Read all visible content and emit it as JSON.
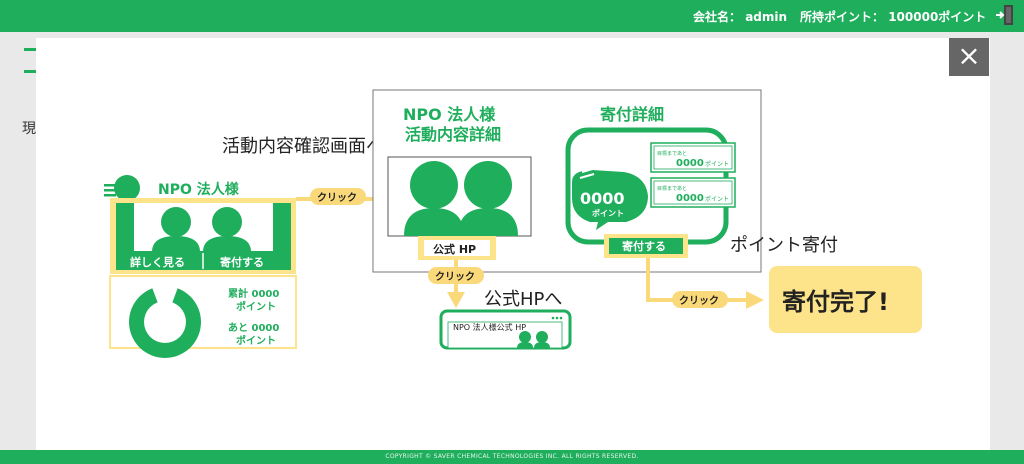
{
  "header": {
    "company_label": "会社名：",
    "company_value": "admin",
    "points_label": "所持ポイント：",
    "points_value": "100000ポイント"
  },
  "background": {
    "partial_text": "現"
  },
  "footer": {
    "copyright": "COPYRIGHT © SAVER CHEMICAL TECHNOLOGIES INC. ALL RIGHTS RESERVED."
  },
  "modal": {
    "close_label": "×"
  },
  "illustration": {
    "caption_confirm": "活動内容確認画面へ",
    "caption_official": "公式HPへ",
    "caption_point_donation": "ポイント寄付",
    "click_label": "クリック",
    "npo_title": "NPO 法人様",
    "detail_label": "詳しく見る",
    "donate_label": "寄付する",
    "total_points": "累計 0000",
    "total_points_unit": "ポイント",
    "remaining_points": "あと 0000",
    "remaining_points_unit": "ポイント",
    "activity_title_1": "NPO 法人様",
    "activity_title_2": "活動内容詳細",
    "official_hp": "公式 HP",
    "donation_detail": "寄付詳細",
    "donation_row_1_label": "目標まであと",
    "donation_row_1_value": "0000",
    "donation_row_2_label": "目標まであと",
    "donation_row_2_value": "0000",
    "point_unit": "ポイント",
    "big_points": "0000",
    "big_points_unit": "ポイント",
    "donation_complete": "寄付完了!",
    "official_site_title": "NPO 法人様公式 HP"
  },
  "colors": {
    "brand_green": "#1fae5c",
    "highlight_yellow": "#fde38a",
    "arrow_yellow": "#f9d97a",
    "close_gray": "#666666"
  }
}
